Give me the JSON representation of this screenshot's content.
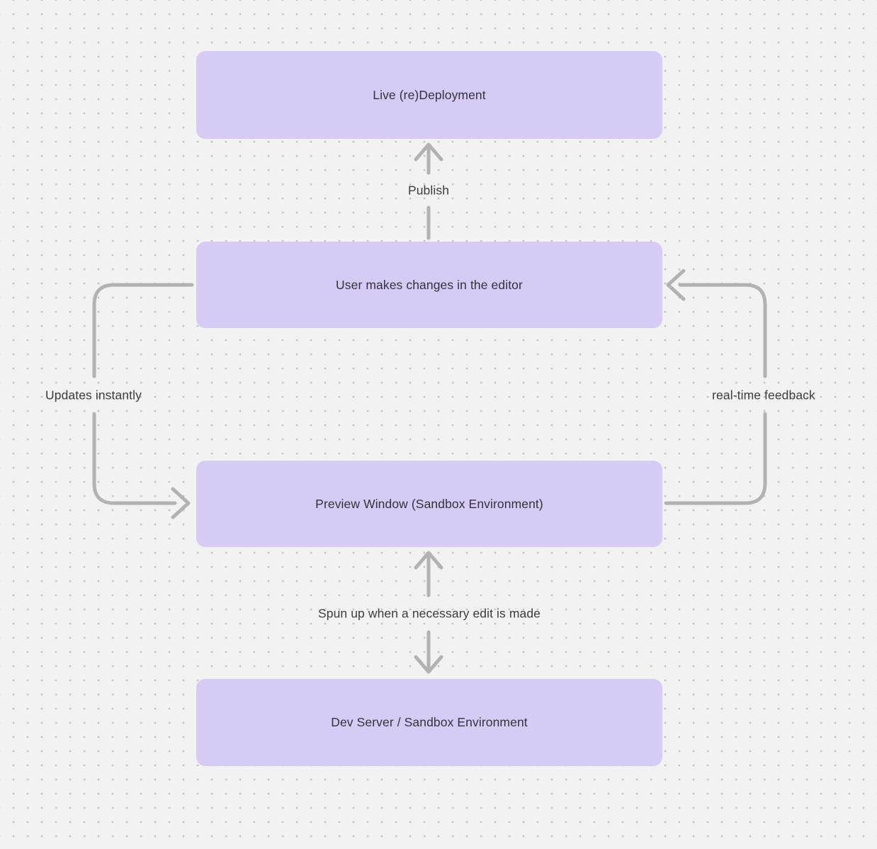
{
  "diagram": {
    "colors": {
      "background": "#f2f2f2",
      "dot": "#c2c2c2",
      "node_fill": "#d6cbf5",
      "node_text": "#36313b",
      "edge": "#b2b2b2",
      "edge_label_text": "#3d3a42"
    },
    "nodes": [
      {
        "id": "live-redeployment",
        "label": "Live (re)Deployment"
      },
      {
        "id": "user-editor",
        "label": "User makes changes in the editor"
      },
      {
        "id": "preview-window",
        "label": "Preview Window (Sandbox Environment)"
      },
      {
        "id": "dev-server",
        "label": "Dev Server / Sandbox Environment"
      }
    ],
    "edges": [
      {
        "id": "publish",
        "label": "Publish",
        "from": "user-editor",
        "to": "live-redeployment",
        "direction": "up"
      },
      {
        "id": "updates-instantly",
        "label": "Updates instantly",
        "from": "user-editor",
        "to": "preview-window",
        "direction": "down-left-loop"
      },
      {
        "id": "real-time-feedback",
        "label": "real-time feedback",
        "from": "preview-window",
        "to": "user-editor",
        "direction": "up-right-loop"
      },
      {
        "id": "spun-up",
        "label": "Spun up when a necessary edit is made",
        "from": "preview-window",
        "to": "dev-server",
        "direction": "both"
      }
    ]
  }
}
